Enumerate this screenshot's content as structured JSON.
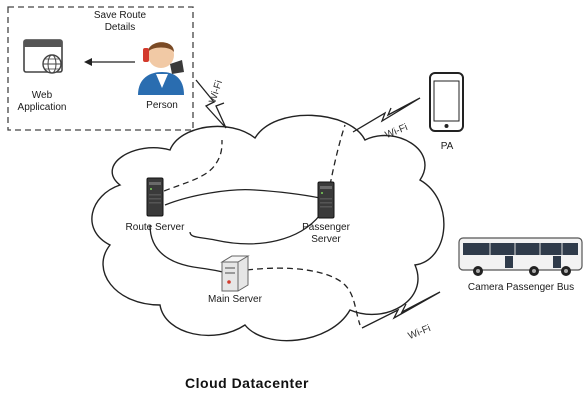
{
  "title": "Cloud Datacenter",
  "nodes": {
    "web_app": "Web\nApplication",
    "person": "Person",
    "save_route": "Save Route\nDetails",
    "pa": "PA",
    "route_server": "Route Server",
    "passenger_server": "Passenger\nServer",
    "main_server": "Main Server",
    "bus": "Camera Passenger Bus"
  },
  "wifi_labels": [
    "Wi-Fi",
    "Wi-Fi",
    "Wi-Fi"
  ],
  "icons": [
    "browser-globe-icon",
    "person-phone-icon",
    "smartphone-icon",
    "server-icon",
    "server-icon",
    "main-server-icon",
    "bus-icon",
    "lightning-icon"
  ],
  "colors": {
    "line": "#222222",
    "cloud_fill": "#ffffff",
    "server_body": "#3a3a3a",
    "bus_body": "#f2f2f2",
    "person_shirt": "#2a6db0",
    "phone_red": "#d33a2c"
  }
}
